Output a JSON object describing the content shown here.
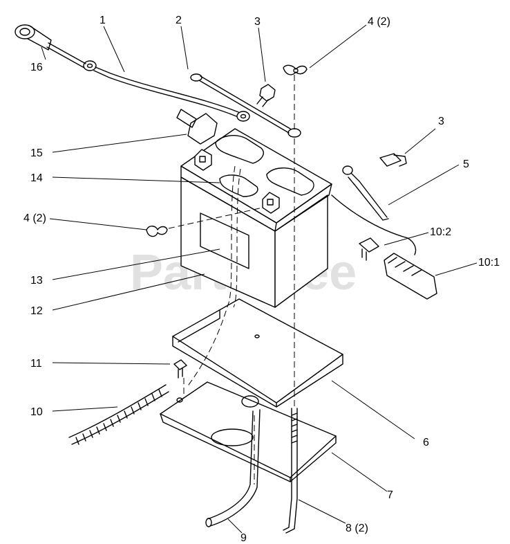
{
  "watermark": "PartsTree",
  "callouts": {
    "c1": "1",
    "c2": "2",
    "c3a": "3",
    "c4a": "4 (2)",
    "c3b": "3",
    "c5": "5",
    "c16": "16",
    "c15": "15",
    "c14": "14",
    "c4b": "4 (2)",
    "c10_2": "10:2",
    "c10_1": "10:1",
    "c13": "13",
    "c12": "12",
    "c11": "11",
    "c10": "10",
    "c6": "6",
    "c7": "7",
    "c8": "8 (2)",
    "c9": "9"
  }
}
